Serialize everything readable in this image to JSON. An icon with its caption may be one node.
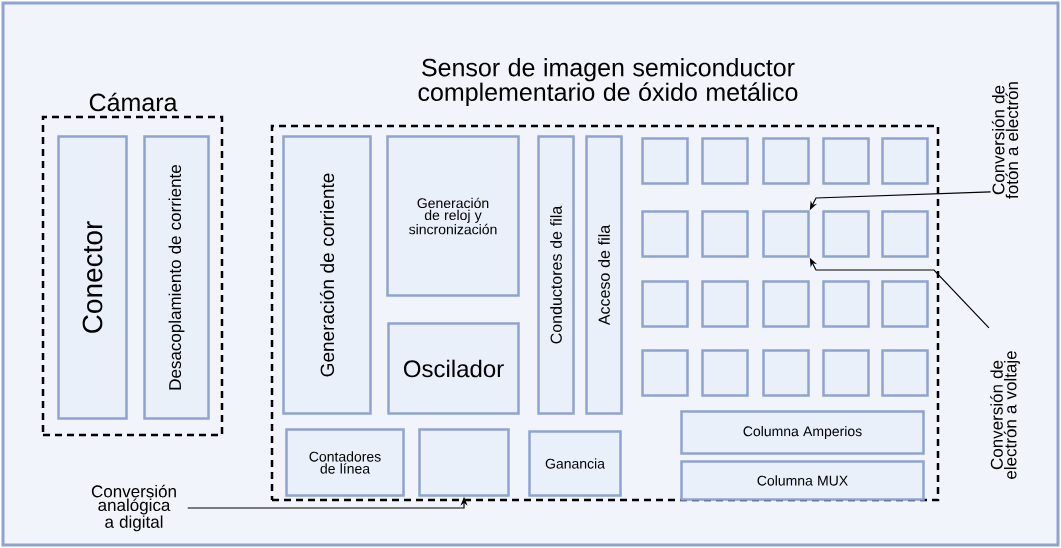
{
  "diagram": {
    "nodes": [
      {
        "text": [
          "Cámara"
        ]
      },
      {
        "text": [
          "Conector"
        ],
        "in": 0
      },
      {
        "text": [
          "Desacoplamiento de corriente"
        ],
        "in": 0
      },
      {
        "text": [
          "Sensor de imagen semiconductor complementario de óxido metálico"
        ]
      },
      {
        "text": [
          "Generación de corriente"
        ],
        "in": 3
      },
      {
        "text": [
          "Generación de reloj y sincronización"
        ],
        "in": 3
      },
      {
        "text": [
          "Oscilador"
        ],
        "in": 3
      },
      {
        "text": [
          "Conductores de fila"
        ],
        "in": 3
      },
      {
        "text": [
          "Acceso de fila"
        ],
        "in": 3
      },
      {
        "text": [],
        "shape": "box",
        "in": 3
      },
      {
        "text": [],
        "shape": "box",
        "in": 3
      },
      {
        "text": [],
        "shape": "box",
        "in": 3
      },
      {
        "text": [],
        "shape": "box",
        "in": 3
      },
      {
        "text": [],
        "shape": "box",
        "in": 3
      },
      {
        "text": [],
        "shape": "box",
        "in": 3
      },
      {
        "text": [],
        "shape": "box",
        "in": 3
      },
      {
        "text": [],
        "shape": "box",
        "in": 3
      },
      {
        "text": [],
        "shape": "box",
        "in": 3
      },
      {
        "text": [],
        "shape": "box",
        "in": 3
      },
      {
        "text": [],
        "shape": "box",
        "in": 3
      },
      {
        "text": [],
        "shape": "box",
        "in": 3
      },
      {
        "text": [],
        "shape": "box",
        "in": 3
      },
      {
        "text": [],
        "shape": "box",
        "in": 3
      },
      {
        "text": [],
        "shape": "box",
        "in": 3
      },
      {
        "text": [],
        "shape": "box",
        "in": 3
      },
      {
        "text": [],
        "shape": "box",
        "in": 3
      },
      {
        "text": [],
        "shape": "box",
        "in": 3
      },
      {
        "text": [],
        "shape": "box",
        "in": 3
      },
      {
        "text": [],
        "shape": "box",
        "in": 3
      },
      {
        "text": [
          "Contadores de línea"
        ],
        "in": 3
      },
      {
        "text": [],
        "shape": "box",
        "in": 3
      },
      {
        "text": [
          "Ganancia"
        ],
        "in": 3
      },
      {
        "text": [
          "Columna Amperios"
        ],
        "in": 3
      },
      {
        "text": [
          "Columna MUX"
        ],
        "in": 3
      },
      {
        "text": [
          "Conversión de fotón a electrón"
        ]
      },
      {
        "text": [
          "Conversión de electrón a voltaje"
        ]
      },
      {
        "text": [
          "Conversión analógica a digital"
        ]
      }
    ],
    "edges": [
      {
        "from": 34,
        "to": 16,
        "arrow": "to"
      },
      {
        "from": 35,
        "to": 16,
        "arrow": "to"
      },
      {
        "from": 36,
        "to": 30,
        "arrow": "to"
      }
    ]
  }
}
